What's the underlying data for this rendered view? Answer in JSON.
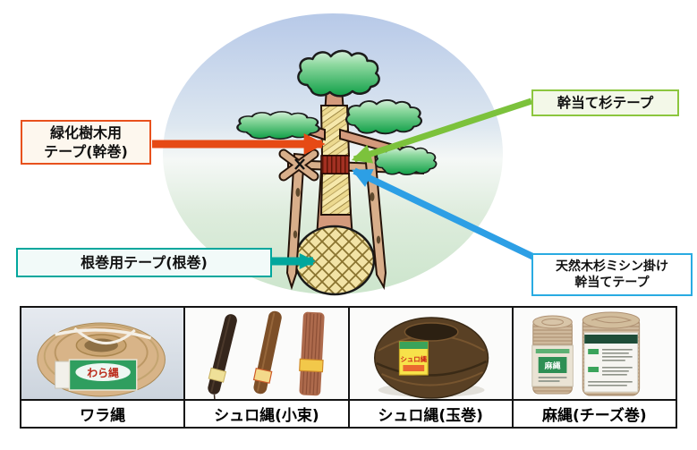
{
  "diagram": {
    "illustration": "planted tree with wrapped trunk, support stakes and wrapped root ball",
    "callouts": [
      {
        "id": "trunk-wrap",
        "line1": "緑化樹木用",
        "line2": "テープ(幹巻)",
        "accent": "#e8511d",
        "points_to": "trunk-wrapped-section"
      },
      {
        "id": "trunk-guard",
        "line1": "幹当て杉テープ",
        "accent": "#8cc63e",
        "points_to": "trunk-tie-band"
      },
      {
        "id": "root-wrap",
        "line1": "根巻用テープ(根巻)",
        "accent": "#00a79d",
        "points_to": "root-ball"
      },
      {
        "id": "sewn-guard",
        "line1": "天然木杉ミシン掛け",
        "line2": "幹当てテープ",
        "accent": "#29abe2",
        "points_to": "trunk-tie-band"
      }
    ]
  },
  "products": {
    "items": [
      {
        "name": "ワラ縄",
        "photo": "straw-rope-coil",
        "package_text": "わら縄"
      },
      {
        "name": "シュロ縄(小束)",
        "photo": "palm-rope-small-bundles",
        "package_text": ""
      },
      {
        "name": "シュロ縄(玉巻)",
        "photo": "palm-rope-ball",
        "package_text": "シュロ縄"
      },
      {
        "name": "麻縄(チーズ巻)",
        "photo": "hemp-rope-cheese-spools",
        "package_text": "麻縄"
      }
    ]
  }
}
